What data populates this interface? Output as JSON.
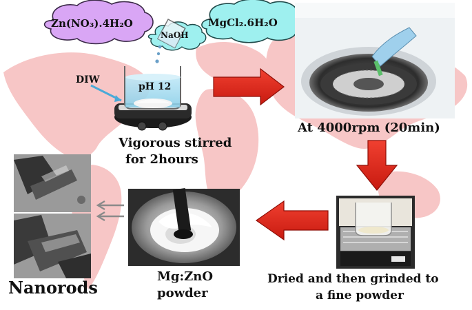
{
  "reagents": {
    "zinc": "Zn(NO₃).4H₂O",
    "naoh": "NaOH",
    "magnesium": "MgCl₂.6H₂O"
  },
  "beaker": {
    "solvent": "DIW",
    "ph": "pH 12"
  },
  "steps": {
    "stir_line1": "Vigorous stirred",
    "stir_line2": "for 2hours",
    "centrifuge": "At 4000rpm (20min)",
    "dry_line1": "Dried and then grinded to",
    "dry_line2": "a fine powder",
    "powder_line1": "Mg:ZnO",
    "powder_line2": "powder",
    "result": "Nanorods"
  },
  "colors": {
    "zinc_cloud": "#d9a6f5",
    "naoh_cloud": "#9ef0ef",
    "magnesium_cloud": "#9ef0ef",
    "arrow_red": "#e0251b",
    "arrow_gray": "#8a8a8a",
    "world_map": "#f7c6c6"
  },
  "icons": {
    "flow_arrow": "right-arrow",
    "result_arrow": "left-outline-arrow"
  }
}
